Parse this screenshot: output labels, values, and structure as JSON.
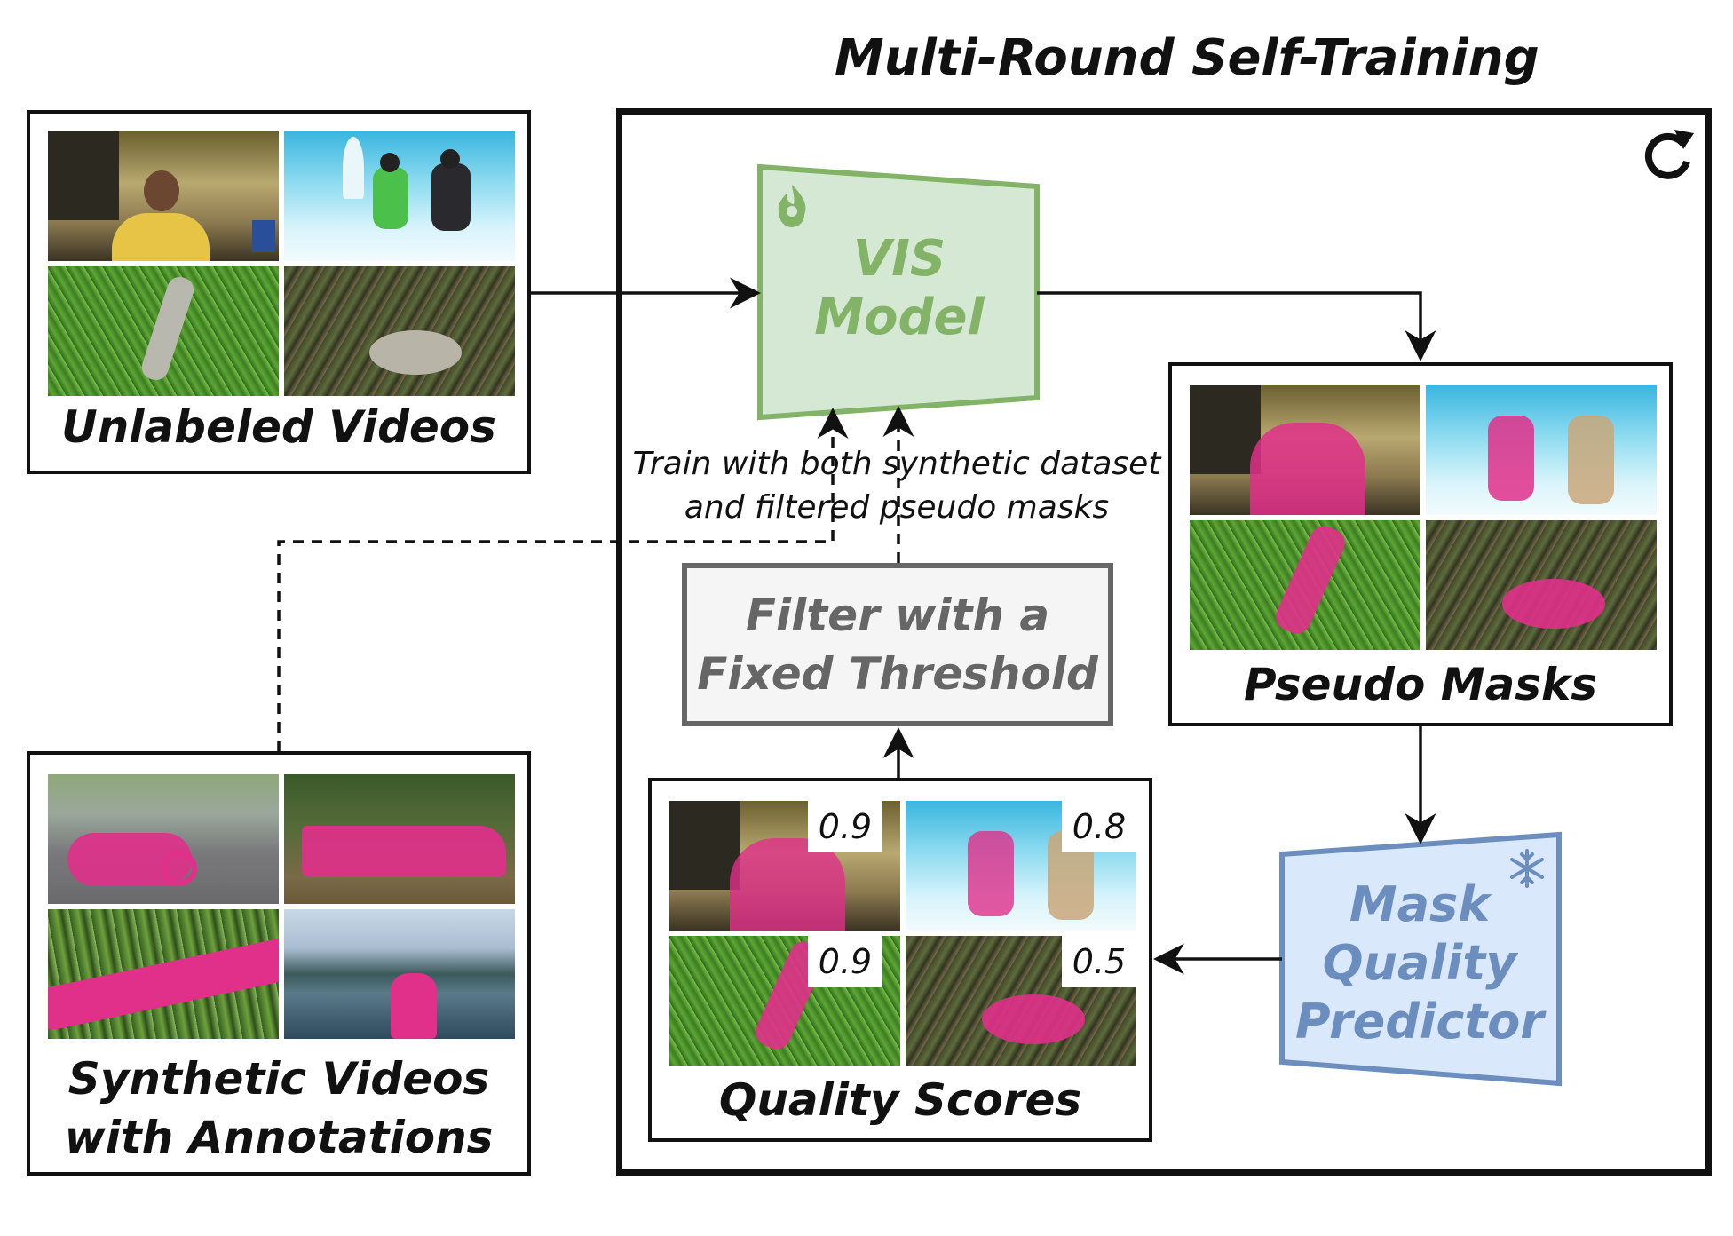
{
  "title": "Multi-Round Self-Training",
  "unlabeled": {
    "label": "Unlabeled Videos"
  },
  "synthetic": {
    "label_line1": "Synthetic Videos",
    "label_line2": "with Annotations"
  },
  "vis_model": {
    "line1": "VIS",
    "line2": "Model",
    "icon": "flame-icon"
  },
  "pseudo": {
    "label": "Pseudo Masks"
  },
  "mqp": {
    "line1": "Mask",
    "line2": "Quality",
    "line3": "Predictor",
    "icon": "snowflake-icon"
  },
  "quality": {
    "label": "Quality Scores",
    "scores": [
      "0.9",
      "0.8",
      "0.9",
      "0.5"
    ]
  },
  "filter": {
    "line1": "Filter with a",
    "line2": "Fixed Threshold"
  },
  "train_note": {
    "line1": "Train with both synthetic dataset",
    "line2": "and filtered pseudo masks"
  },
  "loop_icon": "refresh-icon",
  "colors": {
    "green_fill": "#d5e8d4",
    "green_stroke": "#82b366",
    "green_text": "#82b366",
    "blue_fill": "#dae8fc",
    "blue_stroke": "#6c8ebf",
    "blue_text": "#6c8ebf",
    "gray_fill": "#f5f5f5",
    "gray_stroke": "#666666",
    "gray_text": "#666666",
    "mask_magenta": "#e0308a"
  }
}
